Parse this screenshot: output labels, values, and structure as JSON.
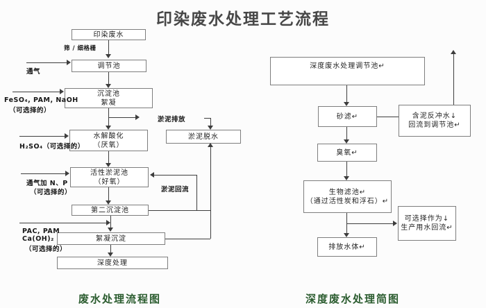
{
  "title": "印染废水处理工艺流程",
  "left": {
    "caption": "废水处理流程图",
    "boxes": {
      "source": "印染废水",
      "regulating": "调节池",
      "sedimentation_l1": "沉淀池",
      "sedimentation_l2": "絮凝",
      "hydrolysis_l1": "水解酸化",
      "hydrolysis_l2": "（厌氧）",
      "activated_l1": "活性淤泥池",
      "activated_l2": "（好氧）",
      "secondary": "第二沉淀池",
      "coagulation": "絮凝沉淀",
      "advanced": "深度处理",
      "dewatering": "淤泥脱水"
    },
    "labels": {
      "screen": "筛 / 细格栅",
      "aeration": "通气",
      "feso4_l1": "FeSO₄, PAM, NaOH",
      "feso4_l2": "（可选择的）",
      "h2so4": "H₂SO₄（可选择的）",
      "np_l1": "通气加 N、P",
      "np_l2": "（可选择的）",
      "pac_l1": "PAC, PAM",
      "pac_l2": "Ca(OH)₂",
      "pac_l3": "（可选择的）",
      "sludge_discharge": "淤泥排放",
      "sludge_return": "淤泥回流"
    }
  },
  "right": {
    "caption": "深度废水处理简图",
    "boxes": {
      "regulating": "深度废水处理调节池↵",
      "sand_filter": "砂滤↵",
      "backwash_l1": "含泥反冲水↓",
      "backwash_l2": "回流到调节池↵",
      "ozone": "臭氧↵",
      "biofilter_l1": "生物滤池↵",
      "biofilter_l2": "（通过活性炭和浮石）↵",
      "reuse_l1": "可选择作为↓",
      "reuse_l2": "生产用水回流↵",
      "discharge": "排放水体↵"
    }
  }
}
